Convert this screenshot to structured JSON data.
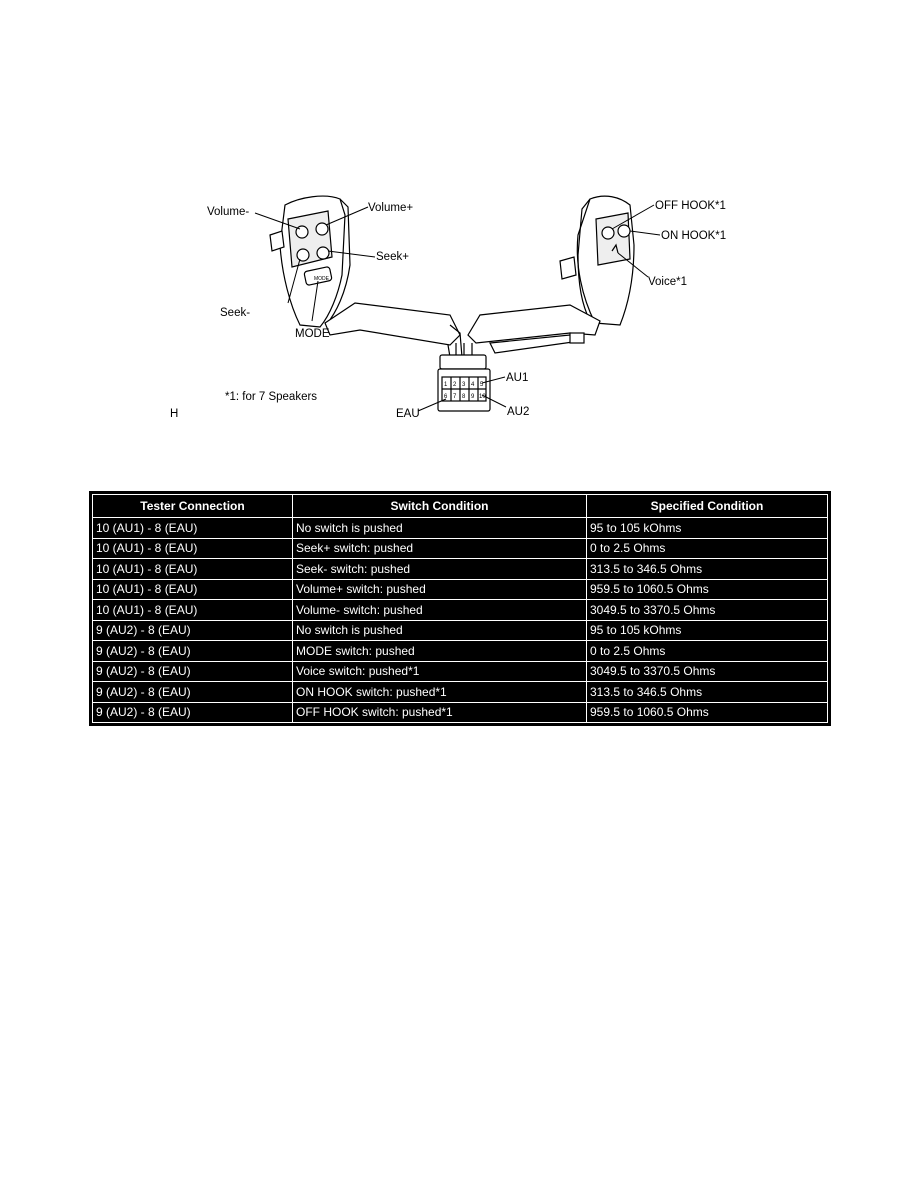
{
  "figure": {
    "callouts": {
      "volume_minus": "Volume-",
      "volume_plus": "Volume+",
      "seek_plus": "Seek+",
      "seek_minus": "Seek-",
      "mode": "MODE",
      "mode_button": "MODE",
      "off_hook": "OFF HOOK*1",
      "on_hook": "ON HOOK*1",
      "voice": "Voice*1",
      "au1": "AU1",
      "au2": "AU2",
      "eau": "EAU"
    },
    "connector_pins_top": [
      "1",
      "2",
      "3",
      "4",
      "5"
    ],
    "connector_pins_bottom": [
      "6",
      "7",
      "8",
      "9",
      "10"
    ],
    "footnote": "*1: for 7 Speakers",
    "figure_id": "H"
  },
  "table": {
    "headers": [
      "Tester Connection",
      "Switch Condition",
      "Specified Condition"
    ],
    "rows": [
      [
        "10 (AU1) - 8 (EAU)",
        "No switch is pushed",
        "95 to 105 kOhms"
      ],
      [
        "10 (AU1) - 8 (EAU)",
        "Seek+ switch: pushed",
        "0 to 2.5 Ohms"
      ],
      [
        "10 (AU1) - 8 (EAU)",
        "Seek- switch: pushed",
        "313.5 to 346.5 Ohms"
      ],
      [
        "10 (AU1) - 8 (EAU)",
        "Volume+ switch: pushed",
        "959.5 to 1060.5 Ohms"
      ],
      [
        "10 (AU1) - 8 (EAU)",
        "Volume- switch: pushed",
        "3049.5 to 3370.5 Ohms"
      ],
      [
        "9 (AU2) - 8 (EAU)",
        "No switch is pushed",
        "95 to 105 kOhms"
      ],
      [
        "9 (AU2) - 8 (EAU)",
        "MODE switch: pushed",
        "0 to 2.5 Ohms"
      ],
      [
        "9 (AU2) - 8 (EAU)",
        "Voice switch: pushed*1",
        "3049.5 to 3370.5 Ohms"
      ],
      [
        "9 (AU2) - 8 (EAU)",
        "ON HOOK switch: pushed*1",
        "313.5 to 346.5 Ohms"
      ],
      [
        "9 (AU2) - 8 (EAU)",
        "OFF HOOK switch: pushed*1",
        "959.5 to 1060.5 Ohms"
      ]
    ]
  }
}
